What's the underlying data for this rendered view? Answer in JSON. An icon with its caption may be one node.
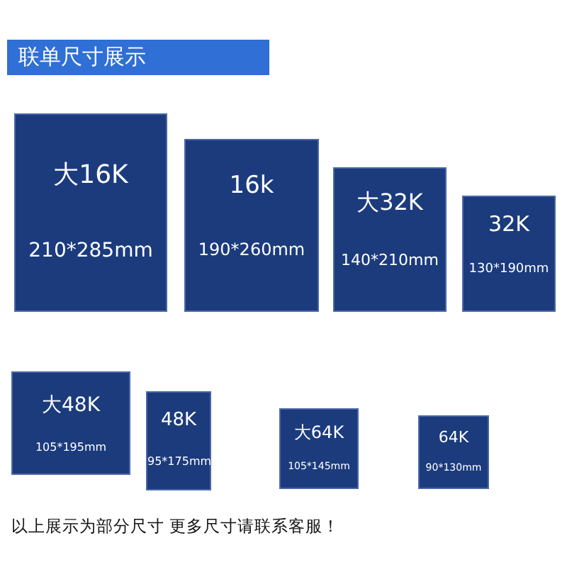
{
  "diagram": {
    "title": "联单尺寸展示",
    "nodes": [
      {
        "text": [
          "大16K",
          "210*285mm"
        ]
      },
      {
        "text": [
          "16k",
          "190*260mm"
        ]
      },
      {
        "text": [
          "大32K",
          "140*210mm"
        ]
      },
      {
        "text": [
          "32K",
          "130*190mm"
        ]
      },
      {
        "text": [
          "大48K",
          "105*195mm"
        ]
      },
      {
        "text": [
          "48K",
          "95*175mm"
        ]
      },
      {
        "text": [
          "大64K",
          "105*145mm"
        ]
      },
      {
        "text": [
          "64K",
          "90*130mm"
        ]
      }
    ],
    "caption": "以上展示为部分尺寸 更多尺寸请联系客服！"
  }
}
